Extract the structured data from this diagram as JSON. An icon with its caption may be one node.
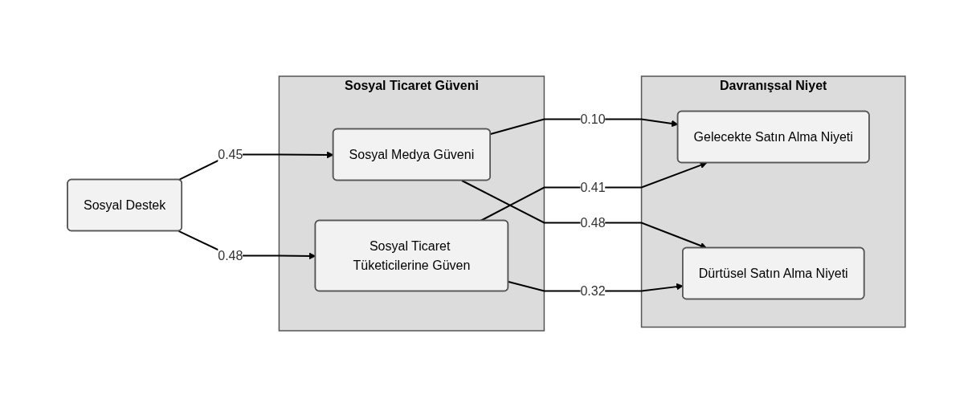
{
  "diagram": {
    "nodes": [
      {
        "text": [
          "Sosyal Destek"
        ]
      },
      {
        "text": [
          "Sosyal Ticaret Güveni"
        ]
      },
      {
        "text": [
          "Sosyal Medya Güveni"
        ],
        "in": 1
      },
      {
        "text": [
          "Sosyal Ticaret Tüketicilerine Güven"
        ],
        "in": 1
      },
      {
        "text": [
          "Davranışsal Niyet"
        ]
      },
      {
        "text": [
          "Gelecekte Satın Alma Niyeti"
        ],
        "in": 4
      },
      {
        "text": [
          "Dürtüsel Satın Alma Niyeti"
        ],
        "in": 4
      }
    ],
    "edges": [
      {
        "from": 0,
        "to": 2,
        "arrow": "to",
        "label": "0.45"
      },
      {
        "from": 0,
        "to": 3,
        "arrow": "to",
        "label": "0.48"
      },
      {
        "from": 2,
        "to": 5,
        "arrow": "to",
        "label": "0.10"
      },
      {
        "from": 2,
        "to": 6,
        "arrow": "to",
        "label": "0.48"
      },
      {
        "from": 3,
        "to": 5,
        "arrow": "to",
        "label": "0.41"
      },
      {
        "from": 3,
        "to": 6,
        "arrow": "to",
        "label": "0.32"
      }
    ]
  }
}
